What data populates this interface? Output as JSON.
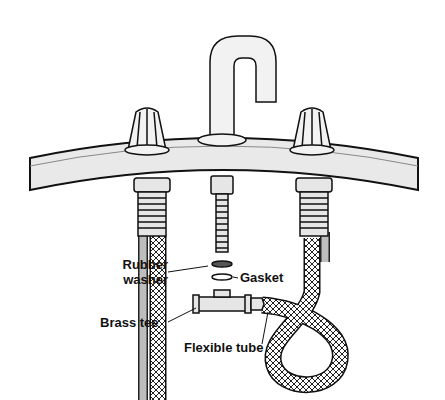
{
  "diagram": {
    "labels": [
      "Rubber washer",
      "Gasket",
      "Brass tee",
      "Flexible tube"
    ]
  }
}
